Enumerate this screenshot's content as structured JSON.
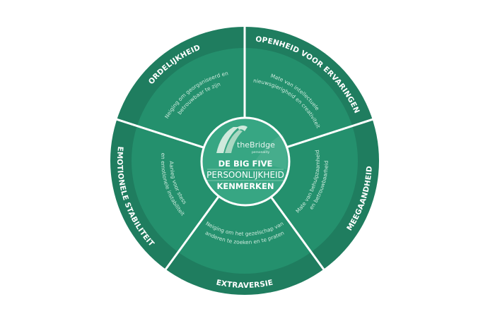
{
  "colors": {
    "outer_band": "#1f7d5f",
    "inner_area": "#24906d",
    "center": "#37a683",
    "divider": "#ffffff"
  },
  "center": {
    "logo_name": "theBridge",
    "logo_sub": "personality",
    "line1": "DE BIG FIVE",
    "line2": "PERSOONLIJKHEID",
    "line3": "KENMERKEN"
  },
  "segments": [
    {
      "key": "openheid",
      "title": "OPENHEID VOOR ERVARINGEN",
      "desc": [
        "Mate van intellectuele",
        "nieuwsgierigheid en creativiteit"
      ]
    },
    {
      "key": "meegaandheid",
      "title": "MEEGAANDHEID",
      "desc": [
        "Mate van behulpzaamheid",
        "en betrouwbaarheid"
      ]
    },
    {
      "key": "extraversie",
      "title": "EXTRAVERSIE",
      "desc": [
        "Neiging om het gezelschap van",
        "anderen te zoeken en te praten"
      ]
    },
    {
      "key": "emotionele",
      "title": "EMOTIONELE STABILITEIT",
      "desc": [
        "Aanleg voor stess",
        "en emotionele instabiliteit"
      ]
    },
    {
      "key": "ordelijkheid",
      "title": "ORDELIJKHEID",
      "desc": [
        "Neiging om georganiseerd en",
        "betrouwbaar te zijn"
      ]
    }
  ]
}
